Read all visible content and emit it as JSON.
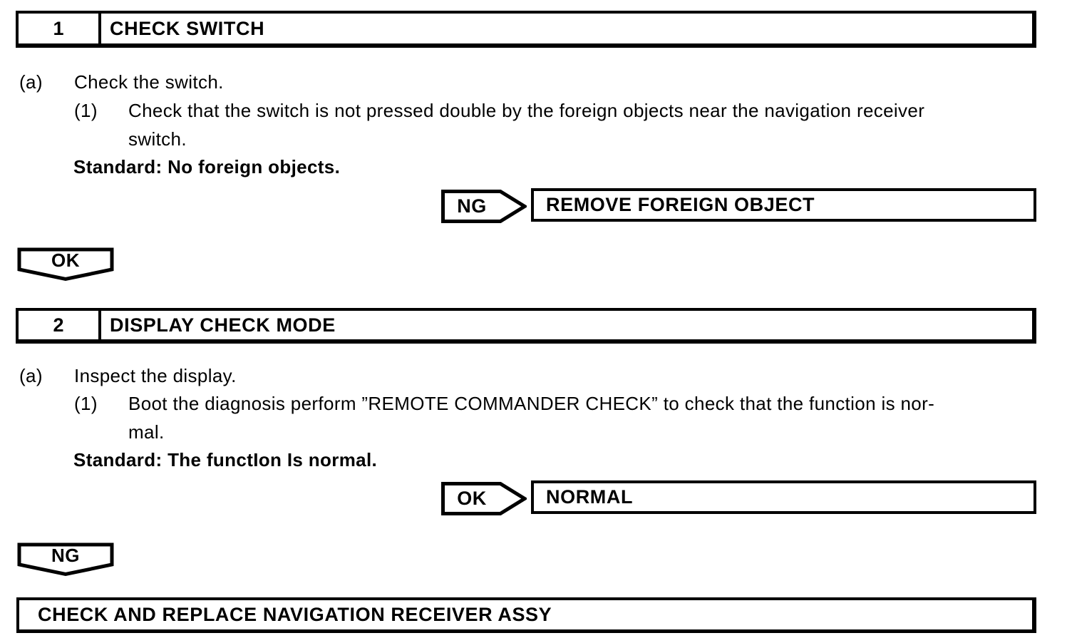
{
  "page": {
    "background": "#ffffff",
    "ink_color": "#000000"
  },
  "steps": [
    {
      "number": "1",
      "title": "CHECK SWITCH",
      "item_label": "(a)",
      "item_text": "Check the switch.",
      "sub_label": "(1)",
      "sub_line1": "Check that the switch is not pressed double by the foreign objects near the navigation receiver",
      "sub_line2": "switch.",
      "standard": "Standard: No foreign objects.",
      "branch_badge": "NG",
      "branch_result": "REMOVE FOREIGN OBJECT",
      "continue_badge": "OK"
    },
    {
      "number": "2",
      "title": "DISPLAY CHECK MODE",
      "item_label": "(a)",
      "item_text": "Inspect the display.",
      "sub_label": "(1)",
      "sub_line1": "Boot the diagnosis perform ”REMOTE COMMANDER CHECK” to check that the function is nor-",
      "sub_line2": "mal.",
      "standard": "Standard: The functIon Is normal.",
      "branch_badge": "OK",
      "branch_result": "NORMAL",
      "continue_badge": "NG"
    }
  ],
  "final_action": "CHECK AND REPLACE NAVIGATION RECEIVER ASSY"
}
